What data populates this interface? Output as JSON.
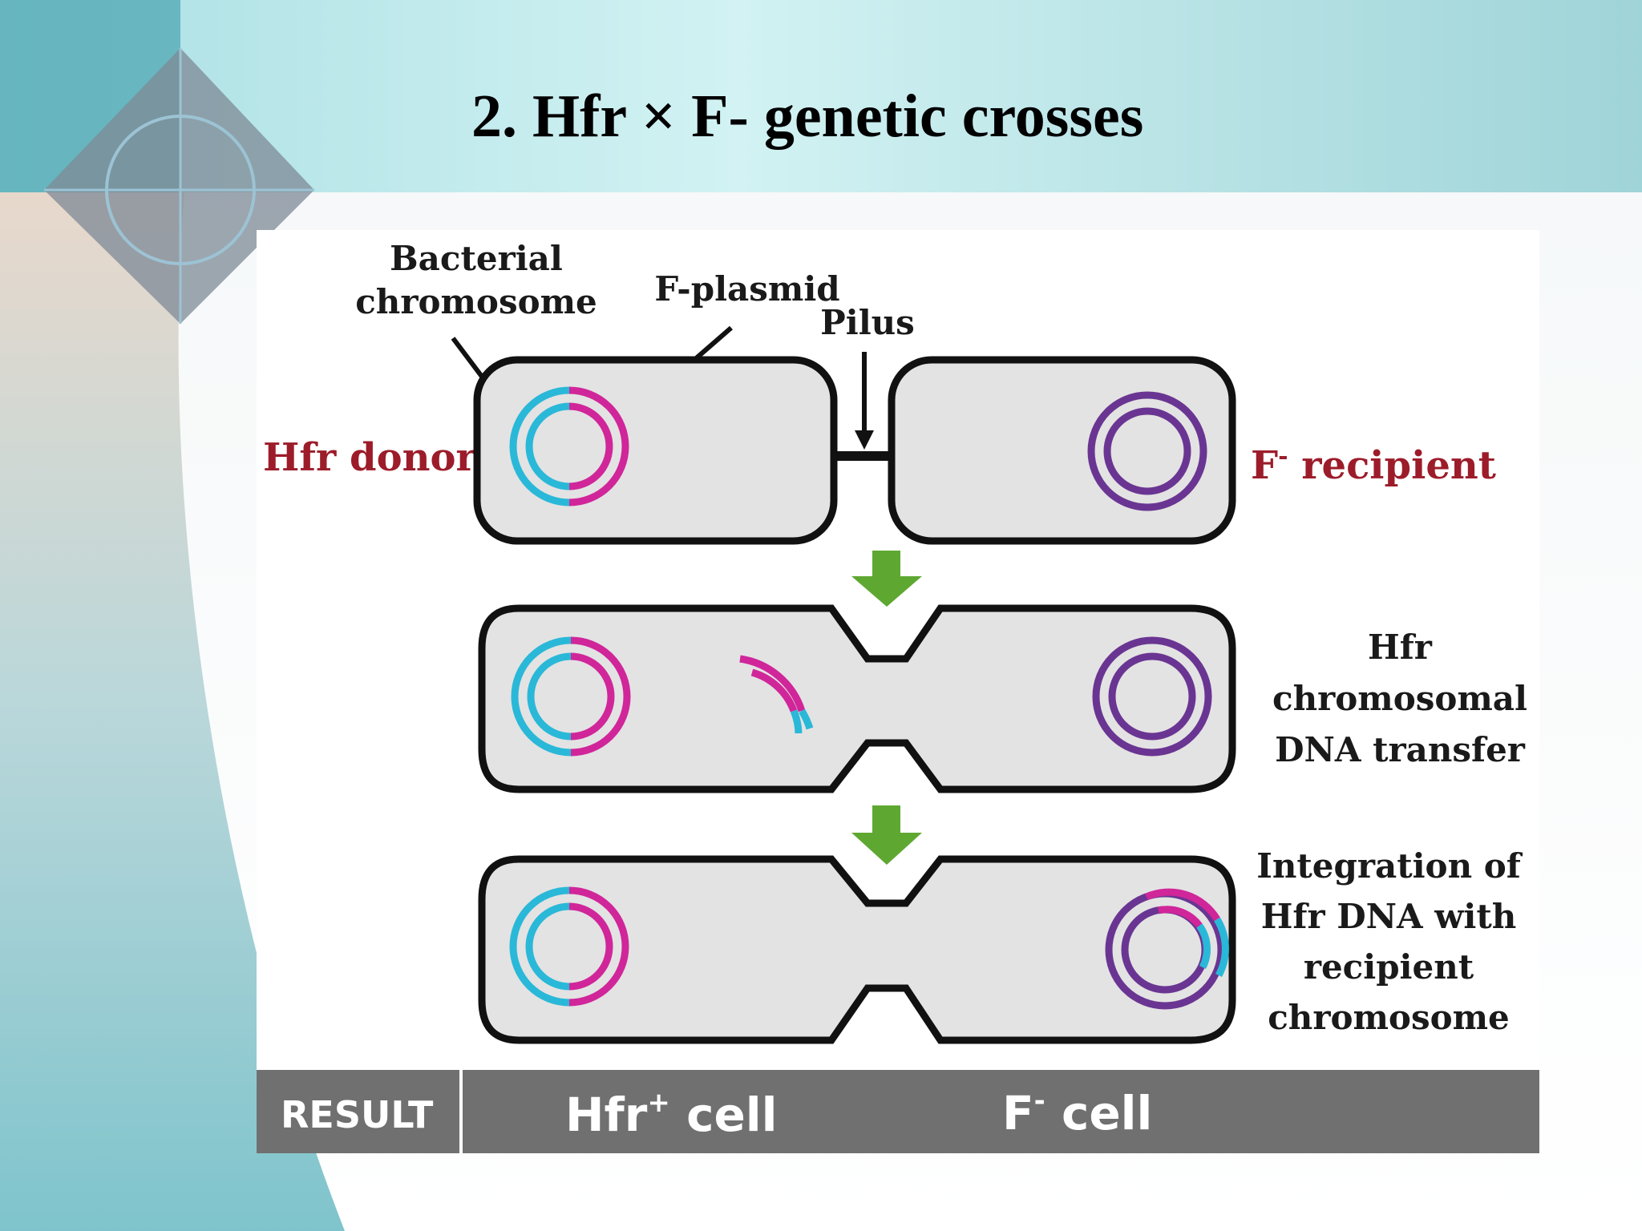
{
  "slide": {
    "title": "2. Hfr × F- genetic crosses"
  },
  "diagram": {
    "labels": {
      "bacterial_chromosome": [
        "Bacterial",
        "chromosome"
      ],
      "f_plasmid": "F-plasmid",
      "pilus": "Pilus",
      "hfr_donor": "Hfr donor",
      "f_recipient_sup": "-",
      "f_recipient_main": "F",
      "f_recipient_rest": " recipient",
      "step2": [
        "Hfr",
        "chromosomal",
        "DNA transfer"
      ],
      "step3": [
        "Integration of",
        "Hfr DNA with",
        "recipient",
        "chromosome"
      ]
    },
    "result_bar": {
      "label": "RESULT",
      "left_cell_main": "Hfr",
      "left_cell_sup": "+",
      "left_cell_rest": " cell",
      "right_cell_main": "F",
      "right_cell_sup": "-",
      "right_cell_rest": " cell"
    },
    "colors": {
      "cell_fill": "#e3e3e3",
      "cell_outline": "#111111",
      "chromosome_cyan": "#2ab8d8",
      "plasmid_magenta": "#d0269a",
      "recipient_purple": "#6a3592",
      "arrow_green": "#5ea832",
      "label_red": "#9c1c2a",
      "result_bar": "#707070"
    }
  }
}
